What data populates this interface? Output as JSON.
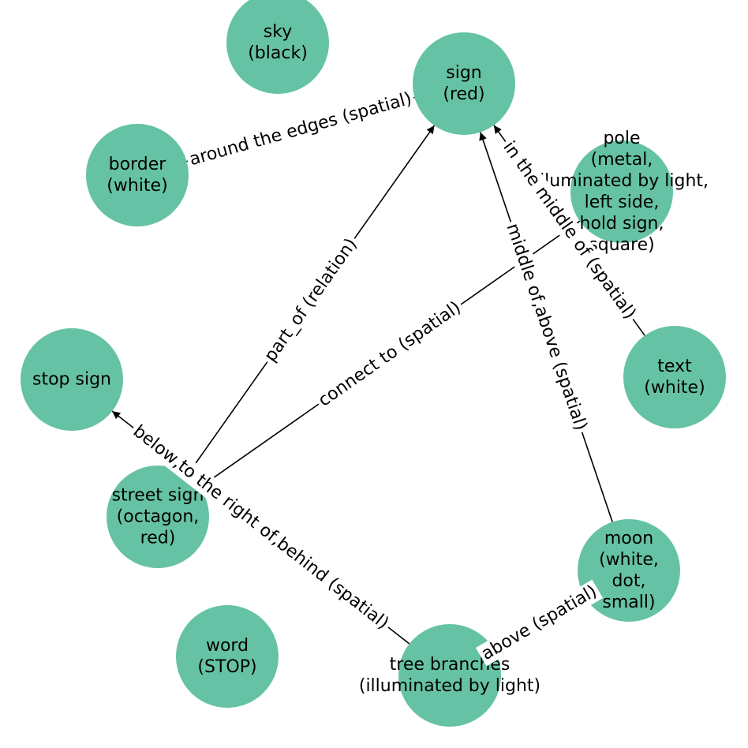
{
  "graph": {
    "node_color": "#66c2a5",
    "nodes": [
      {
        "id": "sky",
        "lines": [
          "sky",
          "(black)"
        ]
      },
      {
        "id": "sign",
        "lines": [
          "sign",
          "(red)"
        ]
      },
      {
        "id": "border",
        "lines": [
          "border",
          "(white)"
        ]
      },
      {
        "id": "pole",
        "lines": [
          "pole",
          "(metal,",
          "illuminated by light,",
          "left side,",
          "hold sign,",
          "square)"
        ]
      },
      {
        "id": "stop-sign",
        "lines": [
          "stop sign"
        ]
      },
      {
        "id": "text",
        "lines": [
          "text",
          "(white)"
        ]
      },
      {
        "id": "street-sign",
        "lines": [
          "street sign",
          "(octagon,",
          "red)"
        ]
      },
      {
        "id": "moon",
        "lines": [
          "moon",
          "(white,",
          "dot,",
          "small)"
        ]
      },
      {
        "id": "word",
        "lines": [
          "word",
          "(STOP)"
        ]
      },
      {
        "id": "tree-branches",
        "lines": [
          "tree branches",
          "(illuminated by light)"
        ]
      }
    ],
    "edges": [
      {
        "id": "border-sign",
        "source": "border",
        "target": "sign",
        "label": "around the edges (spatial)",
        "arrow": false
      },
      {
        "id": "street-sign-sign",
        "source": "street-sign",
        "target": "sign",
        "label": "part_of (relation)",
        "arrow": true
      },
      {
        "id": "street-sign-pole",
        "source": "street-sign",
        "target": "pole",
        "label": "connect to (spatial)",
        "arrow": false
      },
      {
        "id": "moon-sign",
        "source": "moon",
        "target": "sign",
        "label": "middle of,above (spatial)",
        "arrow": true
      },
      {
        "id": "text-sign",
        "source": "text",
        "target": "sign",
        "label": "in the middle of (spatial)",
        "arrow": true
      },
      {
        "id": "tree-branches-stop-sign",
        "source": "tree-branches",
        "target": "stop-sign",
        "label": "below,to the right of,behind (spatial)",
        "arrow": true
      },
      {
        "id": "tree-branches-moon",
        "source": "tree-branches",
        "target": "moon",
        "label": "above (spatial)",
        "arrow": false
      }
    ]
  }
}
